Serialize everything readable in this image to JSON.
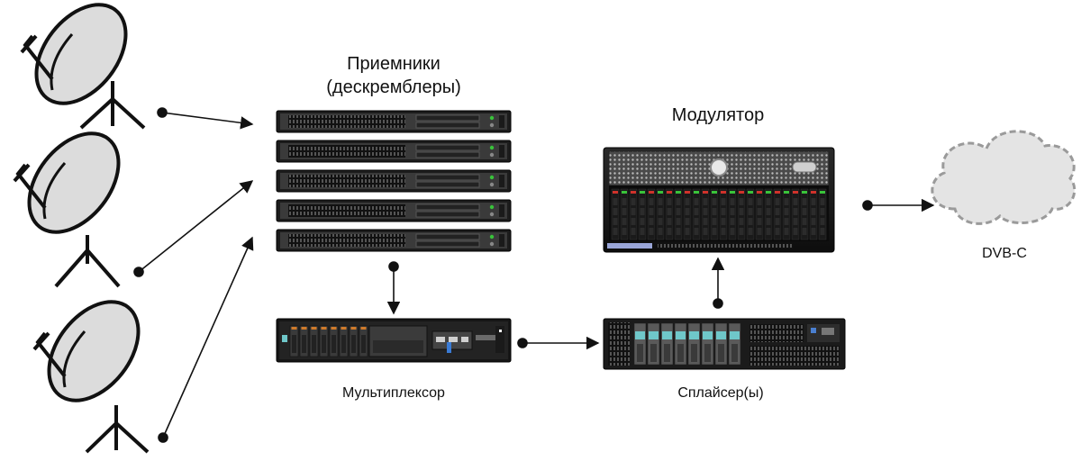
{
  "labels": {
    "receivers_line1": "Приемники",
    "receivers_line2": "(дескремблеры)",
    "modulator": "Модулятор",
    "multiplexer": "Мультиплексор",
    "splicers": "Сплайсер(ы)",
    "network": "DVB-C"
  },
  "colors": {
    "line": "#111111",
    "rack_dark": "#1c1c1c",
    "rack_mid": "#3a3a3a",
    "dish_fill": "#dcdcdc",
    "dish_stroke": "#111111",
    "cloud_fill": "#e4e4e4",
    "cloud_stroke": "#9a9a9a",
    "led_green": "#39c33a",
    "led_red": "#d0322b",
    "teal": "#6fc7c9"
  },
  "icons": [
    "satellite-dish-icon",
    "rack-server-icon",
    "multiplexer-icon",
    "splicer-icon",
    "modulator-icon",
    "cloud-icon"
  ]
}
